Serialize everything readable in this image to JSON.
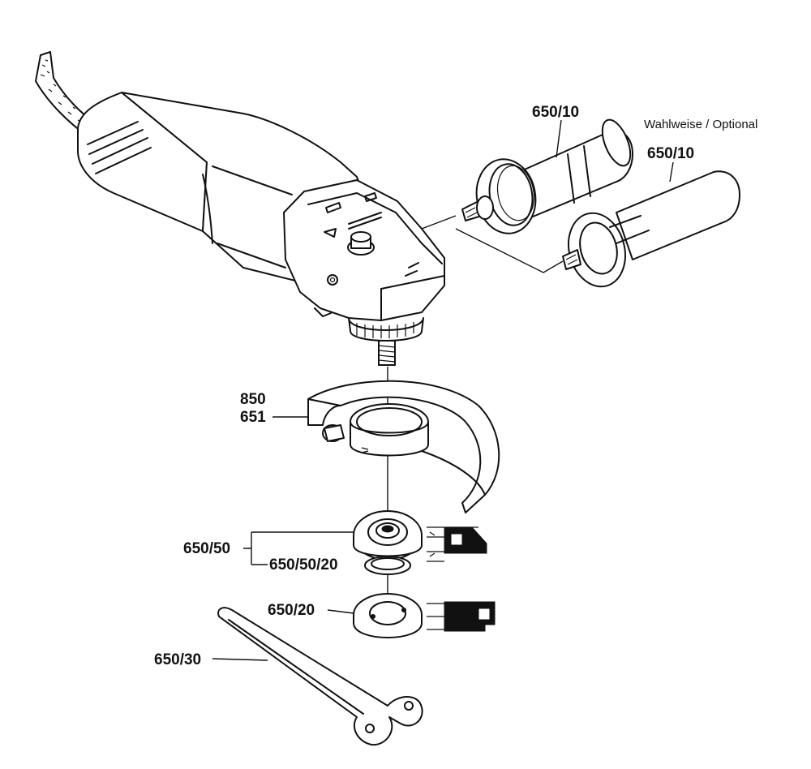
{
  "labels": {
    "handle_optional": "650/10",
    "handle_standard": "650/10",
    "optional_note": "Wahlweise / Optional",
    "guard_a": "850",
    "guard_b": "651",
    "flange_set": "650/50",
    "flange_ring": "650/50/20",
    "clamping_nut": "650/20",
    "spanner": "650/30"
  }
}
